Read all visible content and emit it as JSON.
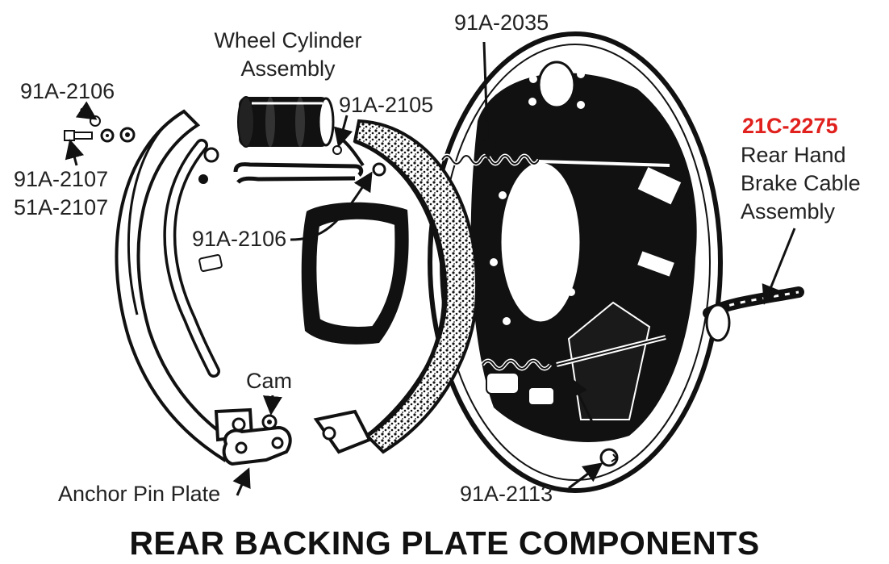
{
  "diagram": {
    "title": "REAR BACKING PLATE COMPONENTS",
    "labels": {
      "wheel_cylinder_line1": "Wheel Cylinder",
      "wheel_cylinder_line2": "Assembly",
      "part_91a_2035": "91A-2035",
      "part_91a_2106_top": "91A-2106",
      "part_91a_2105": "91A-2105",
      "part_91a_2107": "91A-2107",
      "part_51a_2107": "51A-2107",
      "part_91a_2106_mid": "91A-2106",
      "cam": "Cam",
      "anchor_pin_plate": "Anchor Pin Plate",
      "part_91a_2113": "91A-2113",
      "cable_part_number": "21C-2275",
      "cable_line1": "Rear Hand",
      "cable_line2": "Brake Cable",
      "cable_line3": "Assembly"
    },
    "colors": {
      "ink": "#111111",
      "highlight": "#e0211d",
      "paper": "#ffffff"
    }
  }
}
